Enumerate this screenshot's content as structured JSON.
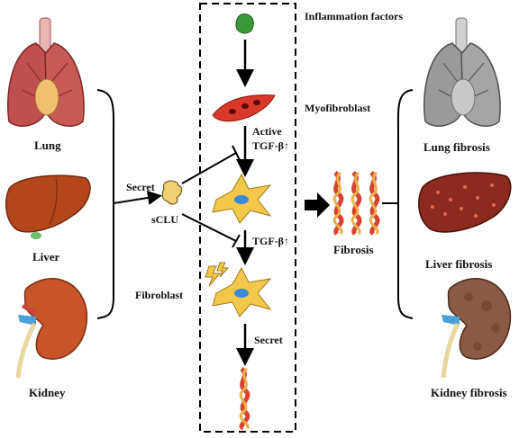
{
  "labels": {
    "inflammation": "Inflammation factors",
    "myofibroblast": "Myofibroblast",
    "active": "Active",
    "tgf1": "TGF-β↑",
    "tgf2": "TGF-β↑",
    "secret_left": "Secret",
    "sclu": "sCLU",
    "fibroblast": "Fibroblast",
    "secret_bottom": "Secret",
    "fibrosis": "Fibrosis"
  },
  "organs_left": {
    "lung": "Lung",
    "liver": "Liver",
    "kidney": "Kidney"
  },
  "organs_right": {
    "lung": "Lung fibrosis",
    "liver": "Liver fibrosis",
    "kidney": "Kidney fibrosis"
  },
  "colors": {
    "lung_healthy": "#c0504d",
    "liver_healthy": "#b5451b",
    "kidney_healthy": "#c8542a",
    "lung_fibrotic": "#9a9a9a",
    "liver_fibrotic": "#8b2a1e",
    "kidney_fibrotic": "#8a5a44",
    "myofibroblast": "#d9382a",
    "fibroblast": "#f3c84a",
    "leaf": "#3a9a3a",
    "fiber_red": "#d8432f",
    "fiber_gold": "#e9b04a"
  }
}
